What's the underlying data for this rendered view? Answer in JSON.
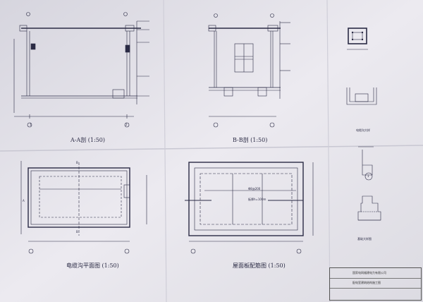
{
  "views": {
    "aa": {
      "title": "A-A剖 (1:50)"
    },
    "bb": {
      "title": "B-B剖 (1:50)"
    },
    "plan": {
      "title": "电缆沟平面图 (1:50)"
    },
    "roof": {
      "title": "屋面板配筋图 (1:50)"
    },
    "detail_section": {
      "title": "电缆沟大样"
    },
    "foundation": {
      "title": "基础大样图"
    }
  },
  "markers": {
    "section_b": "B",
    "section_a": "A",
    "axis_1": "1",
    "axis_2": "2"
  },
  "roof_notes": {
    "top_bar": "Φ8@200",
    "bottom_bar": "板厚h=100m"
  },
  "title_block": {
    "line1": "国家电网福建电力有限公司",
    "line2": "配电室建筑结构施工图"
  },
  "colors": {
    "paper": "#e9e8ec",
    "ink": "#2a2a44",
    "grid": "#6a6a7a"
  }
}
